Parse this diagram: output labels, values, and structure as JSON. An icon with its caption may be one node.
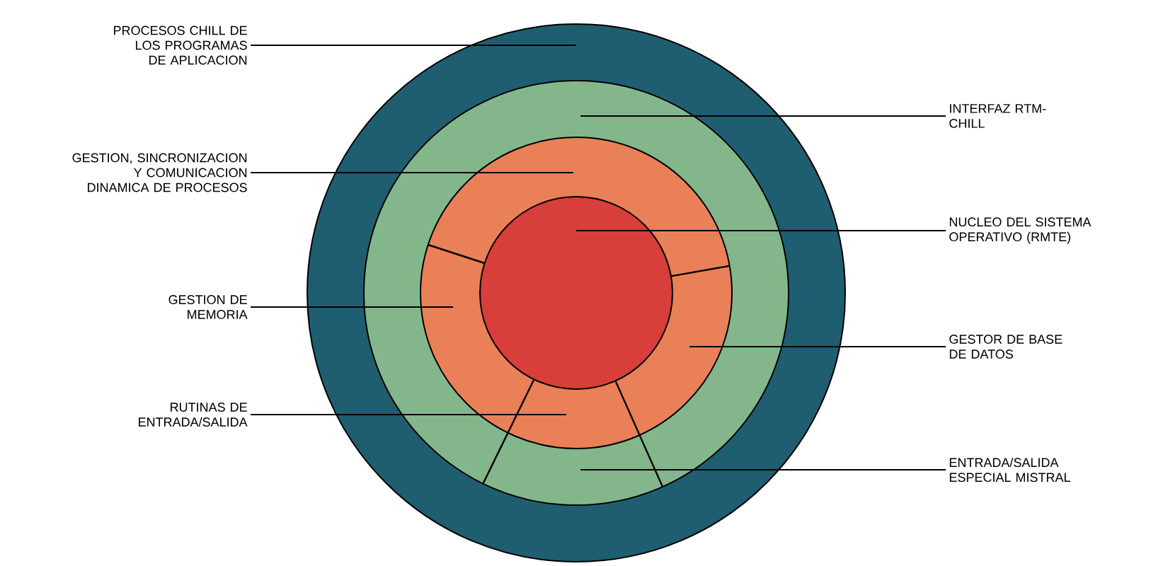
{
  "diagram": {
    "nodes": [
      {
        "text": [
          "PROCESOS CHILL DE LOS PROGRAMAS DE APLICACION"
        ]
      },
      {
        "text": [
          "INTERFAZ RTM-CHILL"
        ]
      },
      {
        "text": [
          "GESTION, SINCRONIZACION Y COMUNICACION DINAMICA DE PROCESOS"
        ]
      },
      {
        "text": [
          "NUCLEO DEL SISTEMA OPERATIVO (RMTE)"
        ]
      },
      {
        "text": [
          "GESTION DE MEMORIA"
        ]
      },
      {
        "text": [
          "GESTOR DE BASE DE DATOS"
        ]
      },
      {
        "text": [
          "RUTINAS DE ENTRADA/SALIDA"
        ]
      },
      {
        "text": [
          "ENTRADA/SALIDA ESPECIAL MISTRAL"
        ]
      }
    ],
    "edges": [
      {
        "from": 0,
        "to": null,
        "arrow": "none"
      },
      {
        "from": 1,
        "to": null,
        "arrow": "none"
      },
      {
        "from": 2,
        "to": null,
        "arrow": "none"
      },
      {
        "from": 3,
        "to": null,
        "arrow": "none"
      },
      {
        "from": 4,
        "to": null,
        "arrow": "none"
      },
      {
        "from": 5,
        "to": null,
        "arrow": "none"
      },
      {
        "from": 6,
        "to": null,
        "arrow": "none"
      },
      {
        "from": 7,
        "to": null,
        "arrow": "none"
      }
    ]
  }
}
